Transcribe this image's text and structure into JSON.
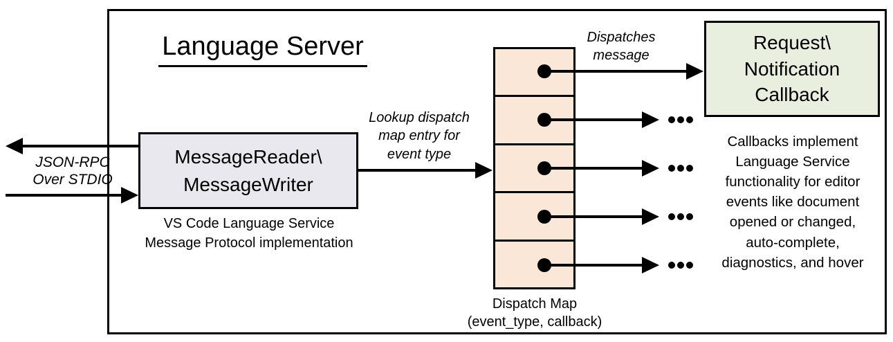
{
  "title": "Language Server",
  "colors": {
    "message_box_fill": "#E9E8EF",
    "dispatch_map_fill": "#FBE7D8",
    "callback_box_fill": "#E8EFDF",
    "line": "#000000"
  },
  "stdio": {
    "label": "JSON-RPC\nOver STDIO"
  },
  "message_box": {
    "label": "MessageReader\\\nMessageWriter",
    "caption": "VS Code Language Service\nMessage Protocol implementation"
  },
  "lookup_label": "Lookup dispatch\nmap entry for\nevent type",
  "dispatch_map": {
    "rows": 5,
    "caption": "Dispatch Map\n(event_type, callback)"
  },
  "dispatches_label": "Dispatches\nmessage",
  "callback_box": {
    "label": "Request\\\nNotification\nCallback"
  },
  "callbacks_note": "Callbacks implement\nLanguage Service\nfunctionality for editor\nevents like document\nopened or changed,\nauto-complete,\ndiagnostics, and hover"
}
